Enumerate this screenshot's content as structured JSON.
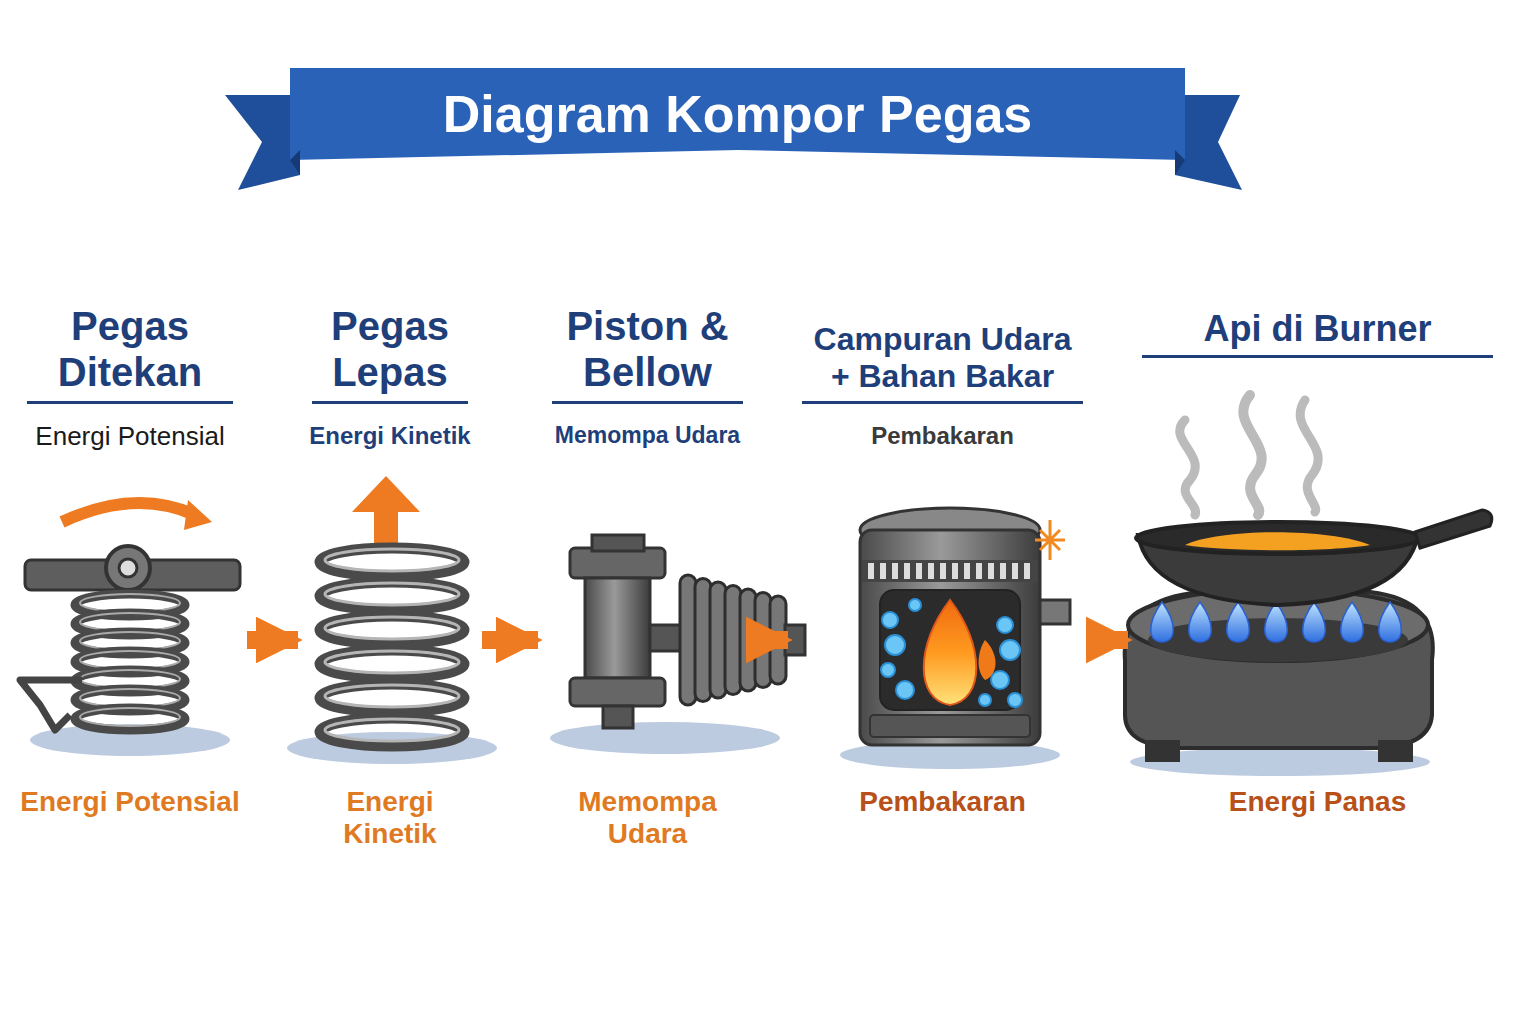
{
  "diagram": {
    "title": "Diagram Kompor Pegas",
    "nodes": [
      {
        "text": [
          "Pegas Ditekan",
          "Energi Potensial",
          "Energi Potensial"
        ]
      },
      {
        "text": [
          "Pegas Lepas",
          "Energi Kinetik",
          "Energi Kinetik"
        ]
      },
      {
        "text": [
          "Piston & Bellow",
          "Memompa Udara",
          "Memompa Udara"
        ]
      },
      {
        "text": [
          "Campuran Udara + Bahan Bakar",
          "Pembakaran",
          "Pembakaran"
        ]
      },
      {
        "text": [
          "Api di Burner",
          "Energi Panas"
        ]
      }
    ],
    "edges": [
      {
        "from": 0,
        "to": 1,
        "arrow": "to"
      },
      {
        "from": 1,
        "to": 2,
        "arrow": "to"
      },
      {
        "from": 2,
        "to": 3,
        "arrow": "to"
      },
      {
        "from": 3,
        "to": 4,
        "arrow": "to"
      }
    ]
  }
}
